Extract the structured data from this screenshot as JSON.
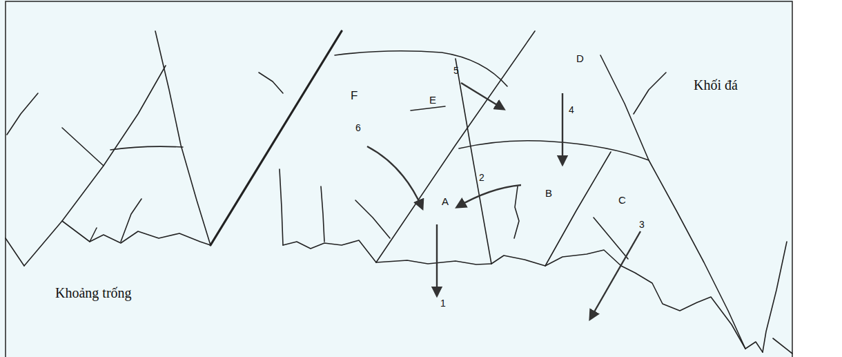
{
  "diagram": {
    "labels": [
      "F",
      "E",
      "5",
      "D",
      "Khối đá",
      "4",
      "6",
      "2",
      "A",
      "B",
      "C",
      "3",
      "1",
      "Khoảng trống"
    ]
  }
}
